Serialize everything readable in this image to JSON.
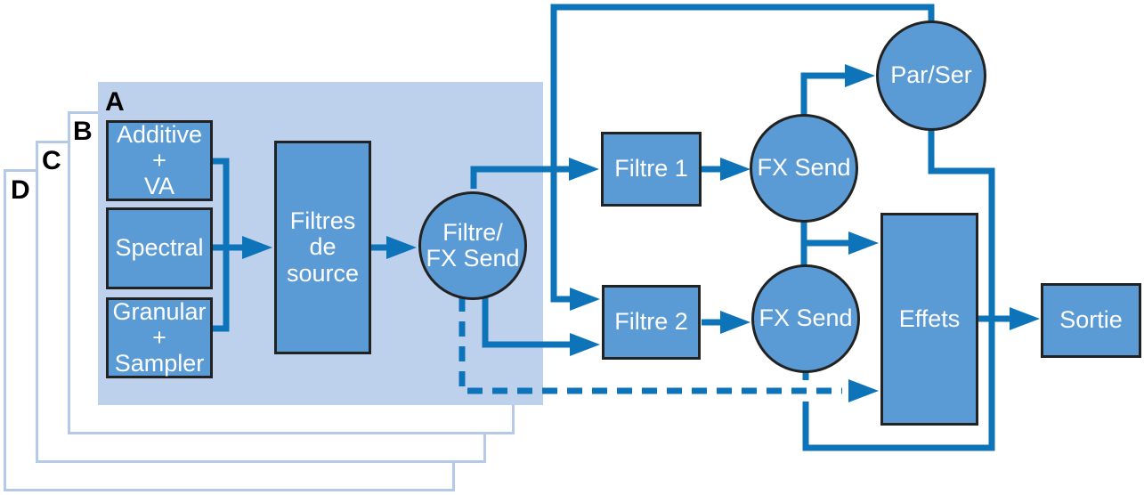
{
  "diagram": {
    "layers": [
      {
        "id": "A",
        "label": "A"
      },
      {
        "id": "B",
        "label": "B"
      },
      {
        "id": "C",
        "label": "C"
      },
      {
        "id": "D",
        "label": "D"
      }
    ],
    "nodes": {
      "additive": {
        "label": "Additive\n+\nVA",
        "shape": "rect"
      },
      "spectral": {
        "label": "Spectral",
        "shape": "rect"
      },
      "granular": {
        "label": "Granular\n+\nSampler",
        "shape": "rect"
      },
      "source_filters": {
        "label": "Filtres\nde\nsource",
        "shape": "rect"
      },
      "filter_fx_send": {
        "label": "Filtre/\nFX Send",
        "shape": "circle"
      },
      "filtre1": {
        "label": "Filtre 1",
        "shape": "rect"
      },
      "fx_send1": {
        "label": "FX Send",
        "shape": "circle"
      },
      "par_ser": {
        "label": "Par/Ser",
        "shape": "circle"
      },
      "filtre2": {
        "label": "Filtre 2",
        "shape": "rect"
      },
      "fx_send2": {
        "label": "FX Send",
        "shape": "circle"
      },
      "effets": {
        "label": "Effets",
        "shape": "rect"
      },
      "sortie": {
        "label": "Sortie",
        "shape": "rect"
      }
    },
    "edges": [
      {
        "from": "additive",
        "to": "source_filters",
        "style": "solid"
      },
      {
        "from": "spectral",
        "to": "source_filters",
        "style": "solid"
      },
      {
        "from": "granular",
        "to": "source_filters",
        "style": "solid"
      },
      {
        "from": "source_filters",
        "to": "filter_fx_send",
        "style": "solid"
      },
      {
        "from": "filter_fx_send",
        "to": "filtre1",
        "style": "solid"
      },
      {
        "from": "filter_fx_send",
        "to": "filtre2",
        "style": "solid"
      },
      {
        "from": "filter_fx_send",
        "to": "effets",
        "style": "dashed"
      },
      {
        "from": "filtre1",
        "to": "fx_send1",
        "style": "solid"
      },
      {
        "from": "fx_send1",
        "to": "par_ser",
        "style": "solid"
      },
      {
        "from": "par_ser",
        "to": "filtre2",
        "style": "solid"
      },
      {
        "from": "par_ser",
        "to": "fx_send2",
        "style": "solid"
      },
      {
        "from": "fx_send1",
        "to": "effets",
        "style": "solid"
      },
      {
        "from": "filtre2",
        "to": "fx_send2",
        "style": "solid"
      },
      {
        "from": "fx_send2",
        "to": "effets",
        "style": "solid"
      },
      {
        "from": "effets",
        "to": "sortie",
        "style": "solid"
      }
    ],
    "colors": {
      "node_fill": "#5b9bd5",
      "node_border": "#222222",
      "node_text": "#ffffff",
      "layer_a_fill": "#bdd0ec",
      "layer_outline": "#b5cae9",
      "connector": "#0e74ba",
      "layer_label_text": "#000000",
      "background": "#ffffff"
    }
  }
}
